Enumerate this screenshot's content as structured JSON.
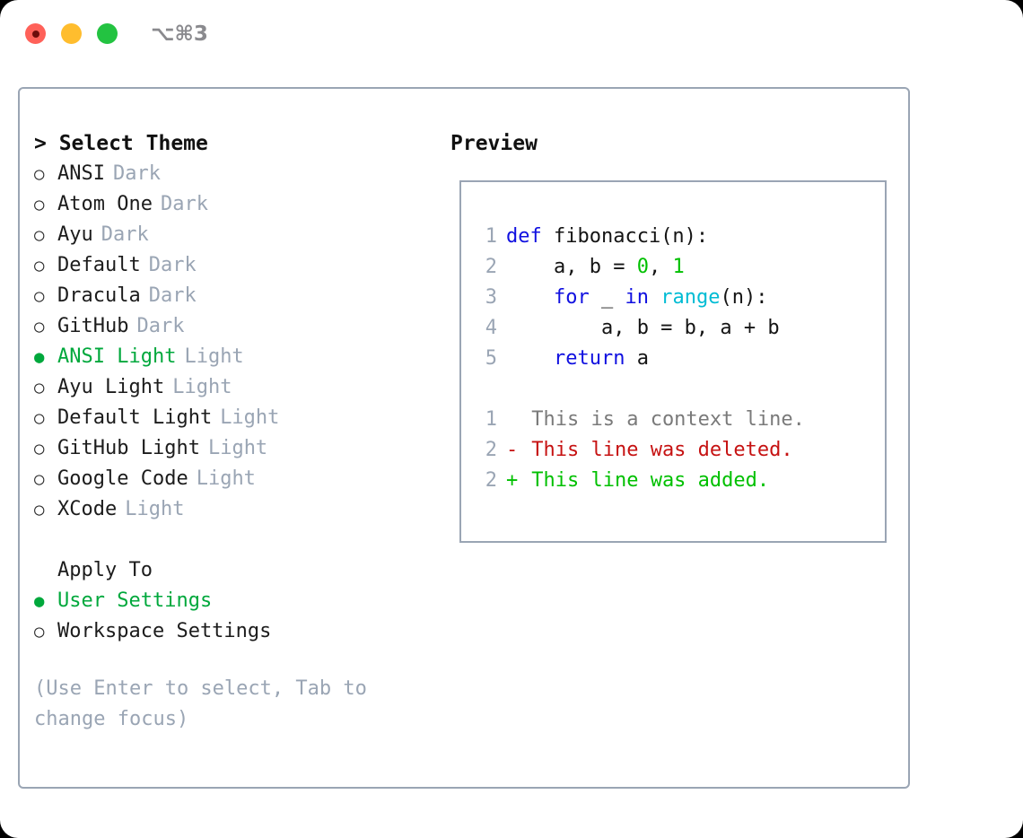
{
  "titlebar": {
    "shortcut": "⌥⌘3",
    "lights": [
      "close-red",
      "minimize-yellow",
      "zoom-green"
    ]
  },
  "left": {
    "heading": "> Select Theme",
    "themes": [
      {
        "bullet": "○",
        "name": "ANSI",
        "badge": "Dark",
        "selected": false
      },
      {
        "bullet": "○",
        "name": "Atom One",
        "badge": "Dark",
        "selected": false
      },
      {
        "bullet": "○",
        "name": "Ayu",
        "badge": "Dark",
        "selected": false
      },
      {
        "bullet": "○",
        "name": "Default",
        "badge": "Dark",
        "selected": false
      },
      {
        "bullet": "○",
        "name": "Dracula",
        "badge": "Dark",
        "selected": false
      },
      {
        "bullet": "○",
        "name": "GitHub",
        "badge": "Dark",
        "selected": false
      },
      {
        "bullet": "●",
        "name": "ANSI Light",
        "badge": "Light",
        "selected": true
      },
      {
        "bullet": "○",
        "name": "Ayu Light",
        "badge": "Light",
        "selected": false
      },
      {
        "bullet": "○",
        "name": "Default Light",
        "badge": "Light",
        "selected": false
      },
      {
        "bullet": "○",
        "name": "GitHub Light",
        "badge": "Light",
        "selected": false
      },
      {
        "bullet": "○",
        "name": "Google Code",
        "badge": "Light",
        "selected": false
      },
      {
        "bullet": "○",
        "name": "XCode",
        "badge": "Light",
        "selected": false
      }
    ],
    "apply_heading": "Apply To",
    "apply_options": [
      {
        "bullet": "●",
        "name": "User Settings",
        "selected": true
      },
      {
        "bullet": "○",
        "name": "Workspace Settings",
        "selected": false
      }
    ],
    "hint": "(Use Enter to select, Tab to change focus)"
  },
  "right": {
    "heading": "Preview",
    "code": [
      {
        "no": "1",
        "tokens": [
          {
            "t": "def ",
            "c": "kw"
          },
          {
            "t": "fibonacci(n):",
            "c": "pl"
          }
        ]
      },
      {
        "no": "2",
        "tokens": [
          {
            "t": "    a, b = ",
            "c": "pl"
          },
          {
            "t": "0",
            "c": "num"
          },
          {
            "t": ", ",
            "c": "pl"
          },
          {
            "t": "1",
            "c": "num"
          }
        ]
      },
      {
        "no": "3",
        "tokens": [
          {
            "t": "    ",
            "c": "pl"
          },
          {
            "t": "for",
            "c": "kw"
          },
          {
            "t": " _ ",
            "c": "pl"
          },
          {
            "t": "in",
            "c": "kw"
          },
          {
            "t": " ",
            "c": "pl"
          },
          {
            "t": "range",
            "c": "fn"
          },
          {
            "t": "(n):",
            "c": "pl"
          }
        ]
      },
      {
        "no": "4",
        "tokens": [
          {
            "t": "        a, b = b, a + b",
            "c": "pl"
          }
        ]
      },
      {
        "no": "5",
        "tokens": [
          {
            "t": "    ",
            "c": "pl"
          },
          {
            "t": "return",
            "c": "kw"
          },
          {
            "t": " a",
            "c": "pl"
          }
        ]
      }
    ],
    "diff": [
      {
        "no": "1",
        "mark": " ",
        "text": "This is a context line.",
        "kind": "ctx"
      },
      {
        "no": "2",
        "mark": "-",
        "text": "This line was deleted.",
        "kind": "del"
      },
      {
        "no": "2",
        "mark": "+",
        "text": "This line was added.",
        "kind": "add"
      }
    ]
  },
  "colors": {
    "accent_green": "#00a83c",
    "muted_gray": "#9aa5b4",
    "border": "#9aa5b4",
    "keyword_blue": "#1010e0",
    "function_cyan": "#00bcd4",
    "number_green": "#00c000",
    "diff_delete_red": "#c61212",
    "diff_add_green": "#00c000",
    "diff_context_gray": "#7a7a7a"
  }
}
